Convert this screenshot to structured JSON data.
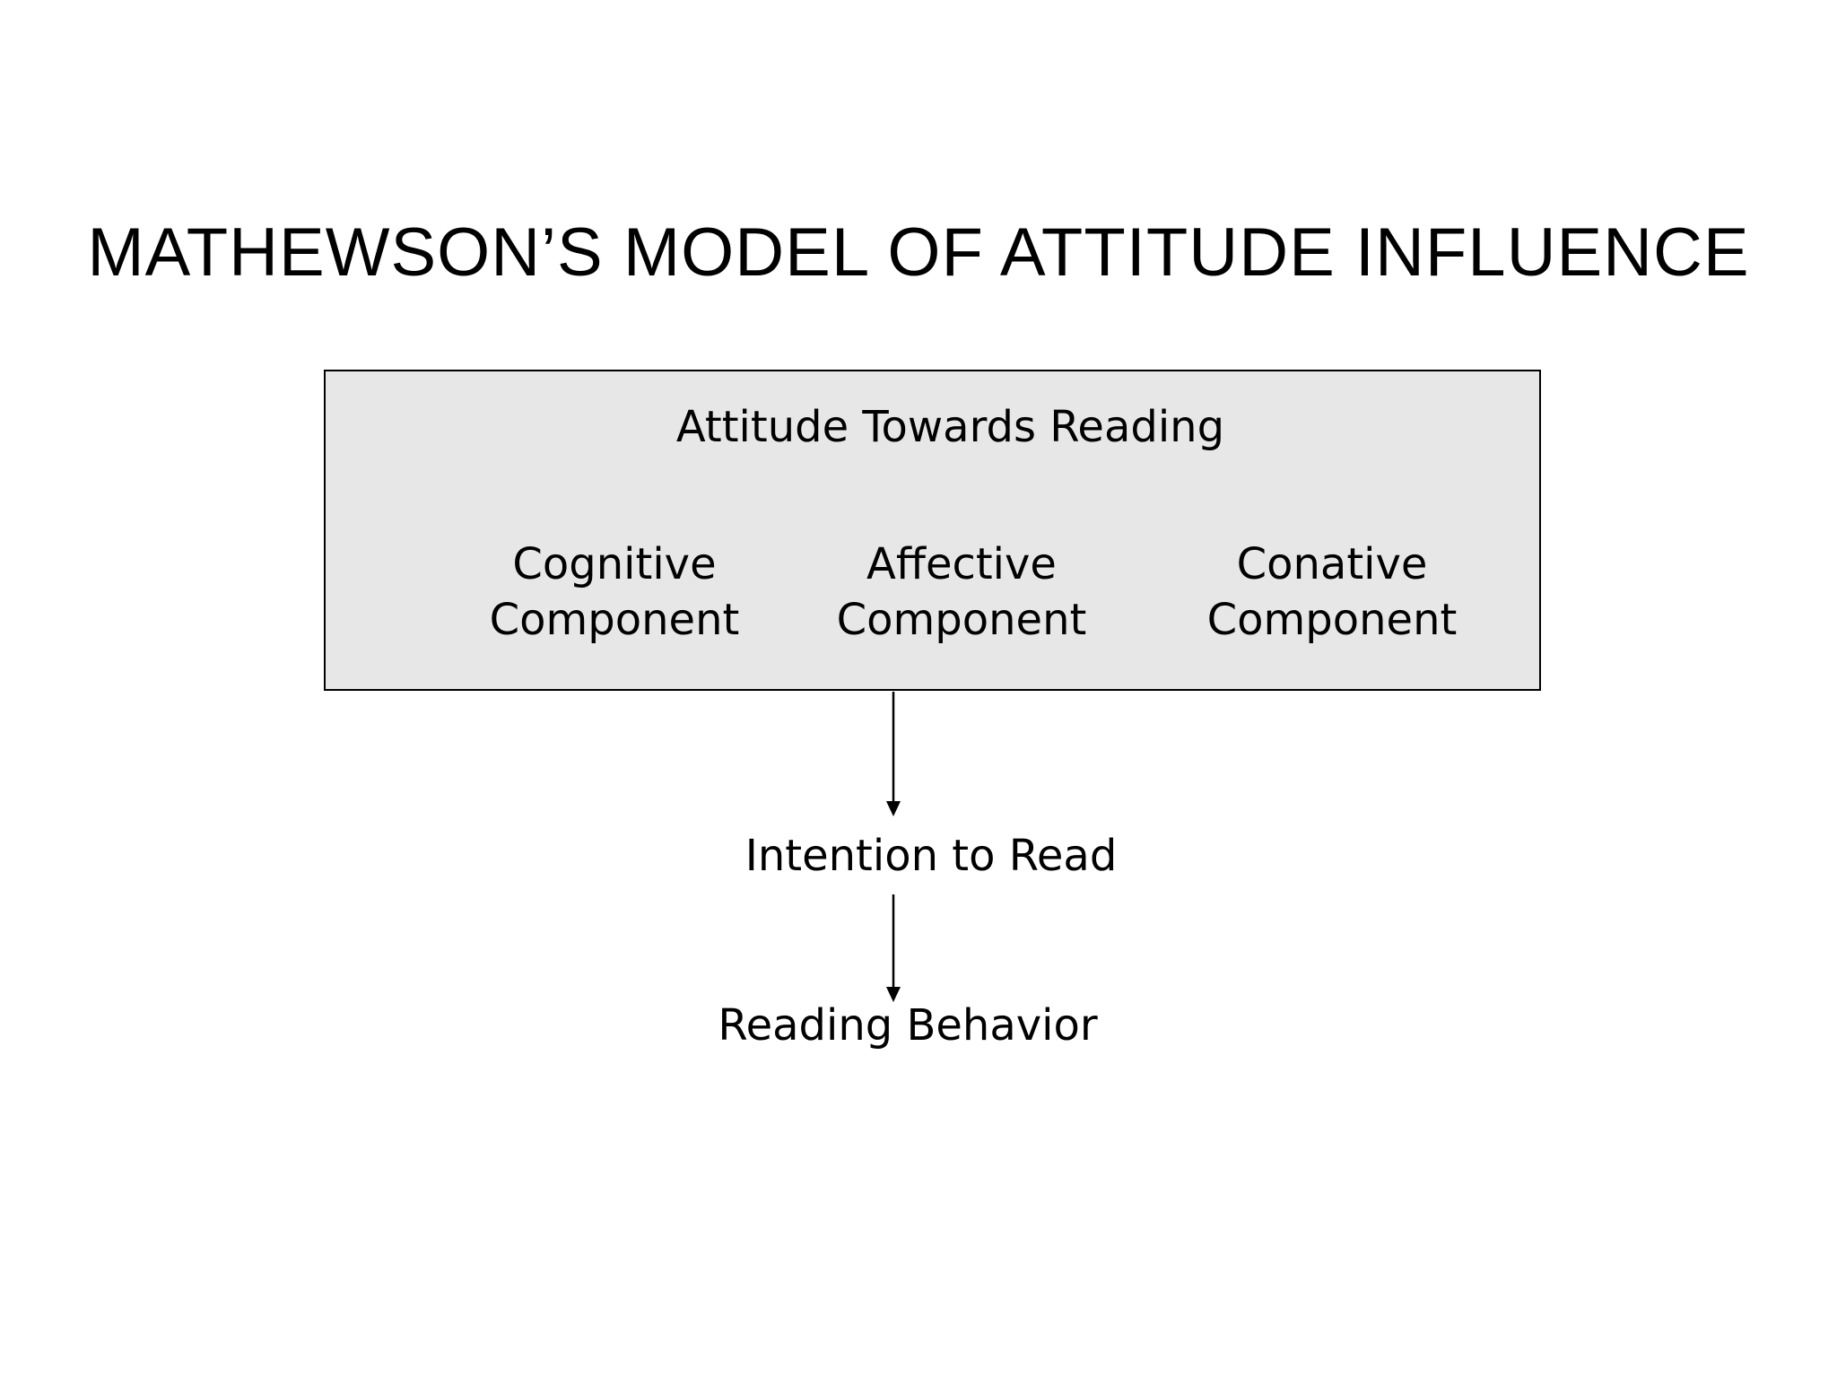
{
  "slide": {
    "title": "MATHEWSON’S MODEL OF ATTITUDE INFLUENCE"
  },
  "diagram": {
    "attitude_box": {
      "heading": "Attitude Towards Reading",
      "components": [
        {
          "line1": "Cognitive",
          "line2": "Component"
        },
        {
          "line1": "Affective",
          "line2": "Component"
        },
        {
          "line1": "Conative",
          "line2": "Component"
        }
      ]
    },
    "intention": "Intention to Read",
    "behavior": "Reading Behavior"
  }
}
